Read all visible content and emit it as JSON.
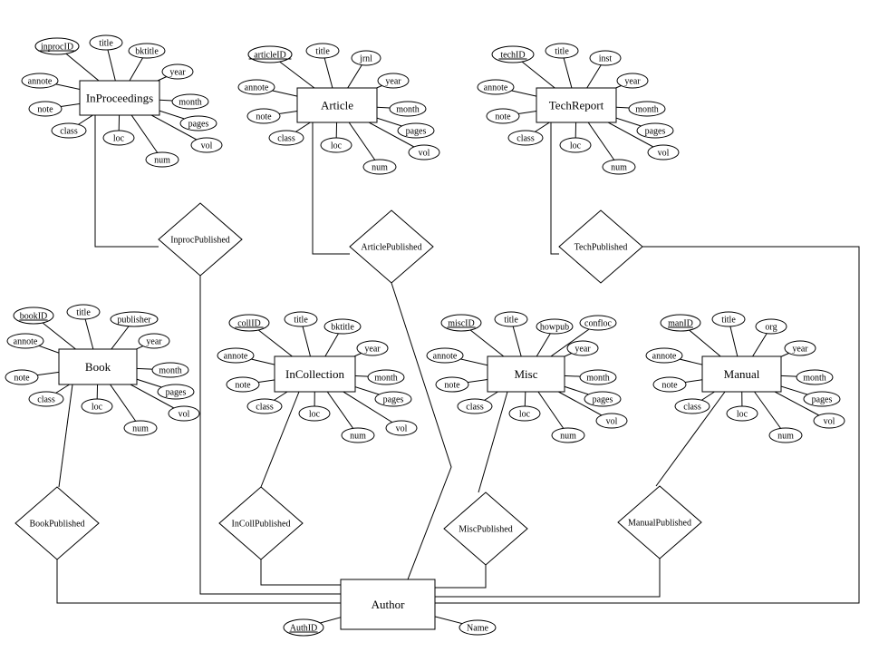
{
  "entities": {
    "inproceedings": {
      "name": "InProceedings",
      "attributes": [
        "inprocID",
        "title",
        "bktitle",
        "year",
        "annote",
        "month",
        "note",
        "pages",
        "class",
        "loc",
        "vol",
        "num"
      ]
    },
    "article": {
      "name": "Article",
      "attributes": [
        "articleID",
        "title",
        "jrnl",
        "year",
        "annote",
        "month",
        "note",
        "pages",
        "class",
        "loc",
        "vol",
        "num"
      ]
    },
    "techreport": {
      "name": "TechReport",
      "attributes": [
        "techID",
        "title",
        "inst",
        "year",
        "annote",
        "month",
        "note",
        "pages",
        "class",
        "loc",
        "vol",
        "num"
      ]
    },
    "book": {
      "name": "Book",
      "attributes": [
        "bookID",
        "title",
        "publisher",
        "year",
        "annote",
        "month",
        "note",
        "pages",
        "class",
        "loc",
        "vol",
        "num"
      ]
    },
    "incollection": {
      "name": "InCollection",
      "attributes": [
        "collID",
        "title",
        "bktitle",
        "year",
        "annote",
        "month",
        "note",
        "pages",
        "class",
        "loc",
        "vol",
        "num"
      ]
    },
    "misc": {
      "name": "Misc",
      "attributes": [
        "miscID",
        "title",
        "howpub",
        "confloc",
        "year",
        "annote",
        "month",
        "note",
        "pages",
        "class",
        "loc",
        "vol",
        "num"
      ]
    },
    "manual": {
      "name": "Manual",
      "attributes": [
        "manID",
        "title",
        "org",
        "year",
        "annote",
        "month",
        "note",
        "pages",
        "class",
        "loc",
        "vol",
        "num"
      ]
    },
    "author": {
      "name": "Author",
      "attributes": [
        "AuthID",
        "Name"
      ]
    }
  },
  "relationships": {
    "inproc_published": "InprocPublished",
    "article_published": "ArticlePublished",
    "tech_published": "TechPublished",
    "book_published": "BookPublished",
    "incoll_published": "InCollPublished",
    "misc_published": "MiscPublished",
    "manual_published": "ManualPublished"
  }
}
